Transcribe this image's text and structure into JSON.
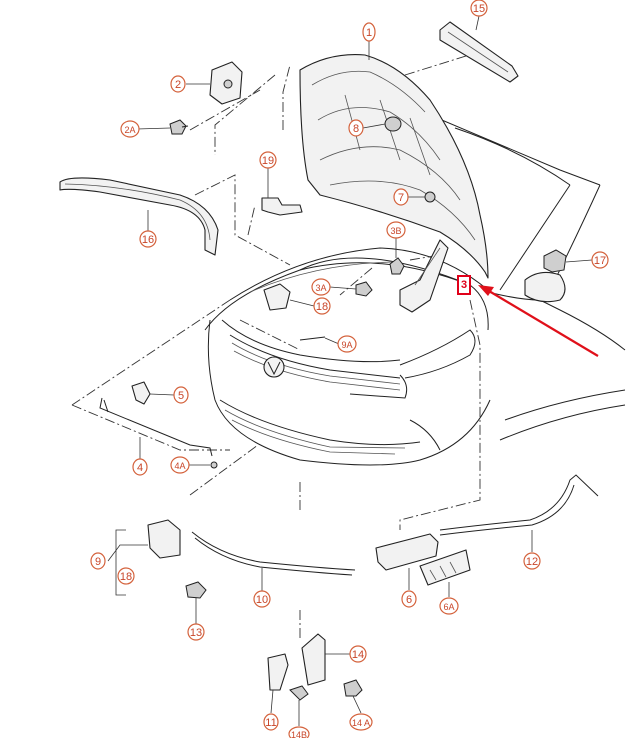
{
  "colors": {
    "callout": "#c8462a",
    "highlight_box": "#e0001a",
    "pointer_arrow": "#e0101a"
  },
  "callouts": {
    "c1": "1",
    "c2": "2",
    "c2a": "2A",
    "c3": "3",
    "c3a": "3A",
    "c3b": "3B",
    "c4": "4",
    "c4a": "4A",
    "c5": "5",
    "c6": "6",
    "c6a": "6A",
    "c7": "7",
    "c8": "8",
    "c9": "9",
    "c9a": "9A",
    "c10": "10",
    "c11": "11",
    "c12": "12",
    "c13": "13",
    "c14": "14",
    "c14a": "14 A",
    "c14b": "14B",
    "c15": "15",
    "c16": "16",
    "c17": "17",
    "c18a": "18",
    "c18b": "18",
    "c19": "19"
  },
  "highlighted_part": "3"
}
